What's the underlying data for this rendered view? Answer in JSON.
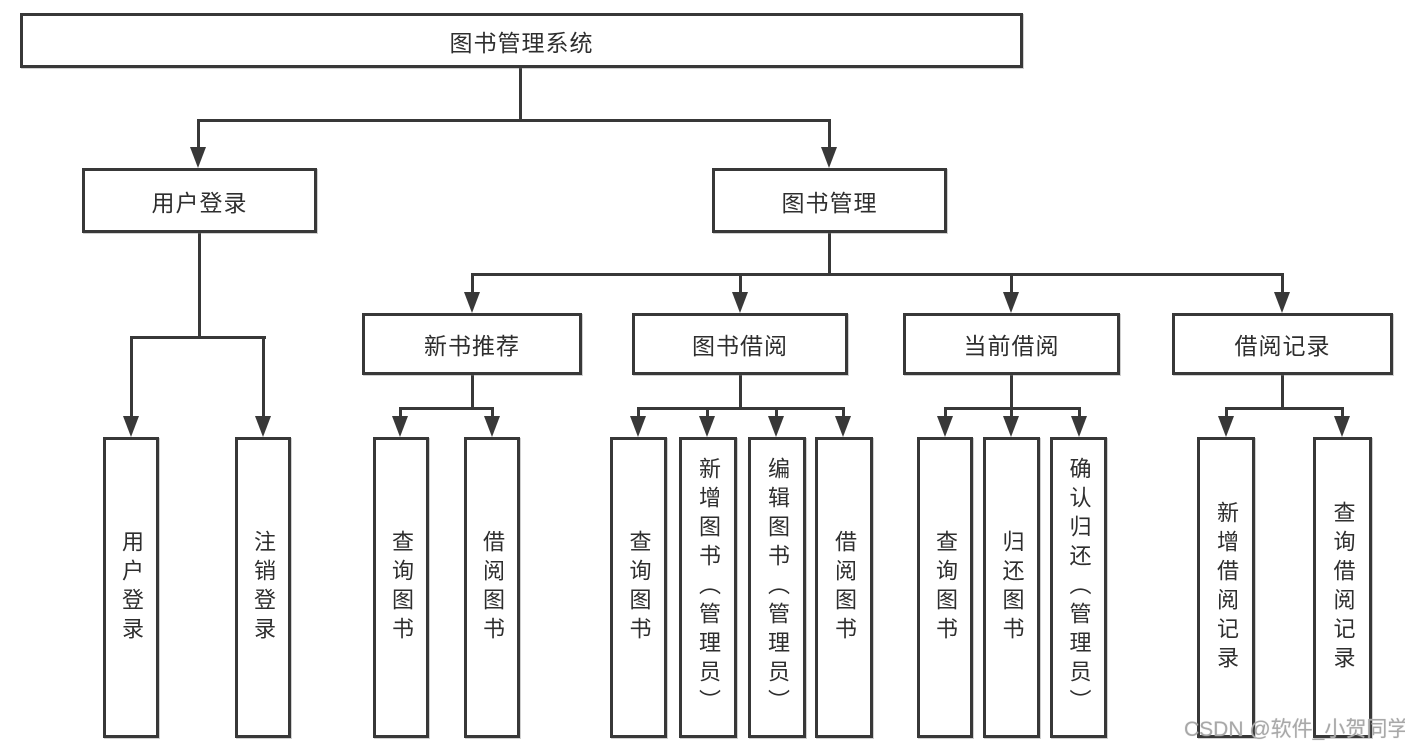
{
  "nodes": {
    "root": "图书管理系统",
    "user_login": "用户登录",
    "book_mgmt": "图书管理",
    "new_book_rec": "新书推荐",
    "book_borrow": "图书借阅",
    "current_borrow": "当前借阅",
    "borrow_records": "借阅记录",
    "leaf_user_login": "用户登录",
    "leaf_logout": "注销登录",
    "leaf_rec_query_book": "查询图书",
    "leaf_rec_borrow_book": "借阅图书",
    "leaf_bb_query_book": "查询图书",
    "leaf_bb_add_book": "新增图书（管理员）",
    "leaf_bb_edit_book": "编辑图书（管理员）",
    "leaf_bb_borrow_book": "借阅图书",
    "leaf_cb_query_book": "查询图书",
    "leaf_cb_return_book": "归还图书",
    "leaf_cb_confirm_return": "确认归还（管理员）",
    "leaf_br_add_record": "新增借阅记录",
    "leaf_br_query_record": "查询借阅记录"
  },
  "watermark": "CSDN @软件_小贺同学",
  "colors": {
    "line": "#383838",
    "text": "#2e2e2e",
    "watermark": "#a8a8a8",
    "background": "#ffffff"
  }
}
